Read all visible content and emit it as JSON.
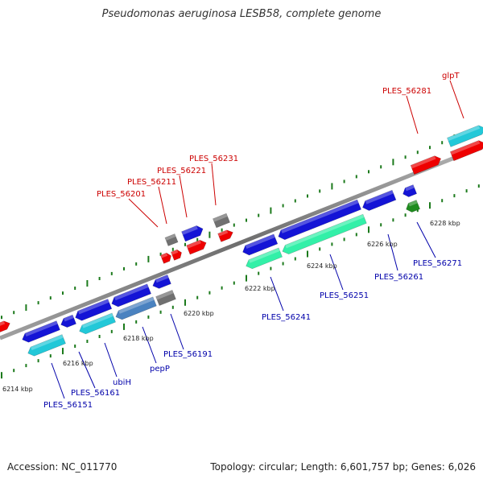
{
  "title": "Pseudomonas aeruginosa LESB58, complete genome",
  "footer": {
    "accession": "Accession: NC_011770",
    "summary": "Topology: circular; Length: 6,601,757 bp; Genes: 6,026"
  },
  "colors": {
    "backbone": "#8a8a8a",
    "tick": "#1c7a1c",
    "forward_label": "#cc0000",
    "reverse_label": "#0000aa",
    "gene_red": "#ee0000",
    "gene_blue": "#1414d6",
    "gene_grey": "#707070",
    "gene_cyan": "#22c8d8",
    "gene_mint": "#33f0a8",
    "gene_steel": "#4a82c0",
    "gene_green": "#1e8c1e"
  },
  "kbp_labels": [
    "6214 kbp",
    "6216 kbp",
    "6218 kbp",
    "6220 kbp",
    "6222 kbp",
    "6224 kbp",
    "6226 kbp",
    "6228 kbp"
  ],
  "forward_labels": [
    "PLES_56201",
    "PLES_56211",
    "PLES_56221",
    "PLES_56231",
    "PLES_56281",
    "glpT"
  ],
  "reverse_labels": [
    "PLES_56151",
    "PLES_56161",
    "ubiH",
    "pepP",
    "PLES_56191",
    "PLES_56241",
    "PLES_56251",
    "PLES_56261",
    "PLES_56271"
  ]
}
